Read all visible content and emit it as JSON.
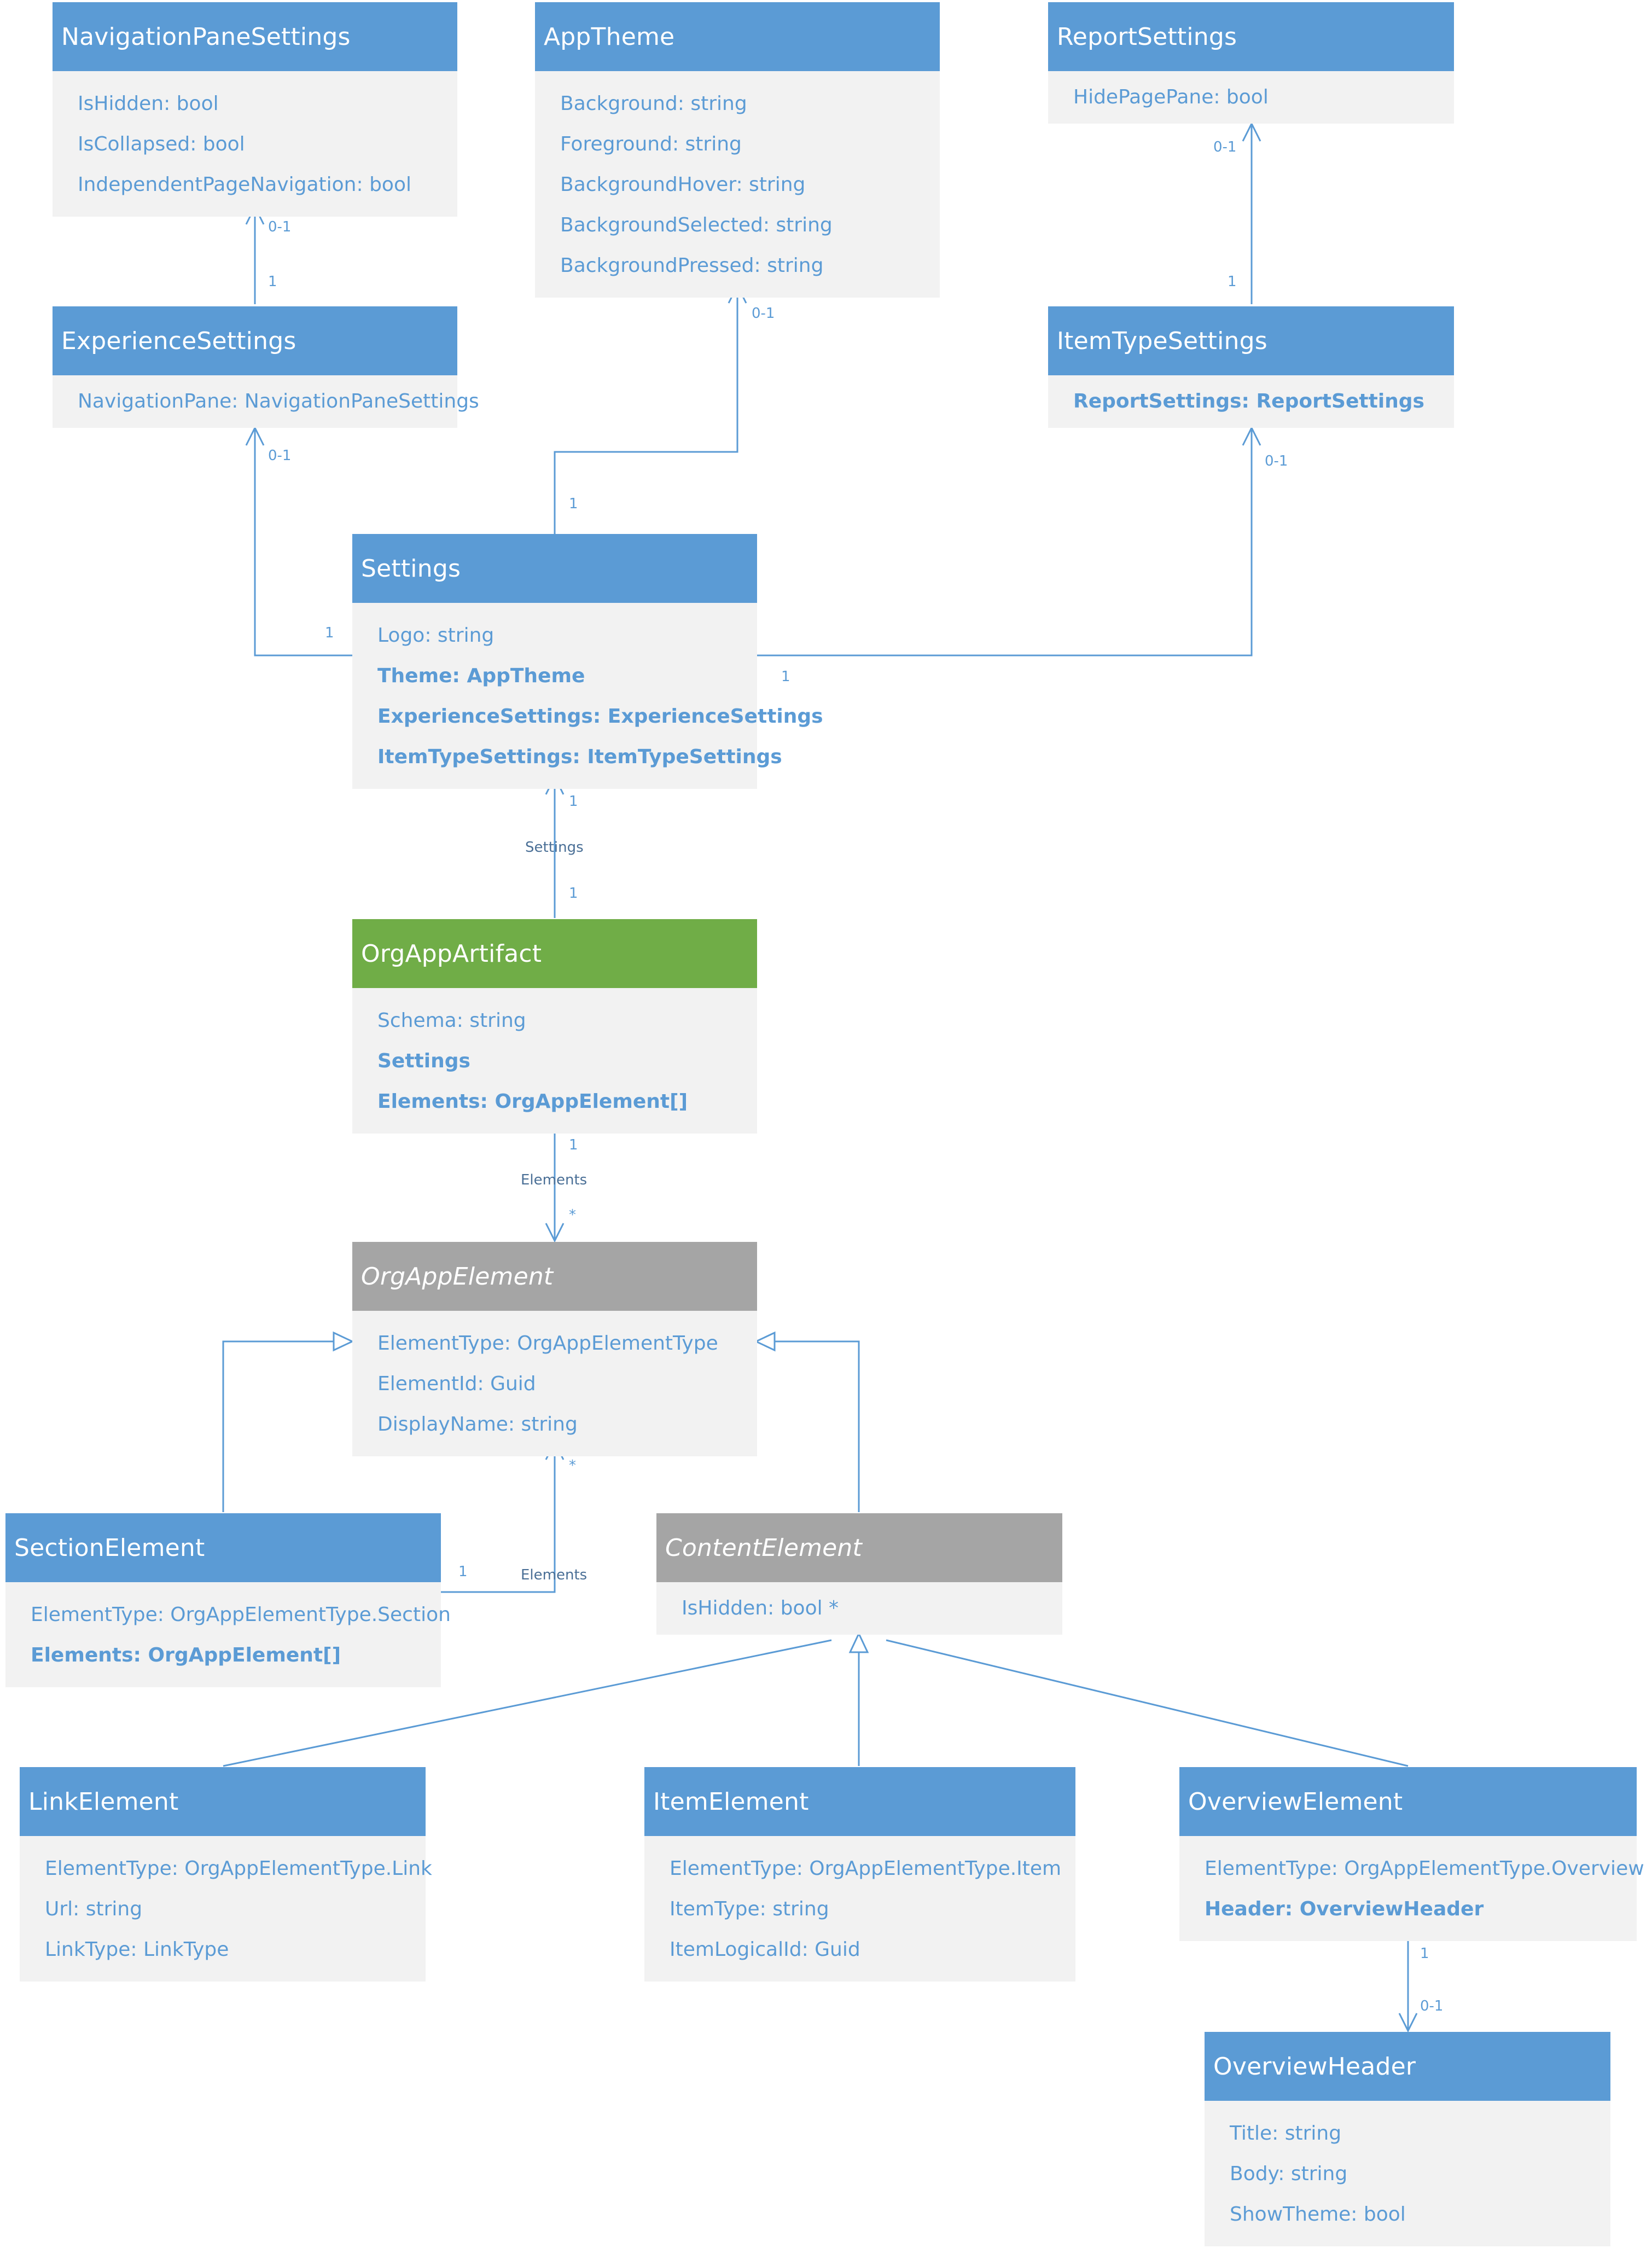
{
  "classes": {
    "navigation_pane_settings": {
      "name": "NavigationPaneSettings",
      "attributes": [
        {
          "text": "IsHidden: bool"
        },
        {
          "text": "IsCollapsed: bool"
        },
        {
          "text": "IndependentPageNavigation: bool"
        }
      ]
    },
    "app_theme": {
      "name": "AppTheme",
      "attributes": [
        {
          "text": "Background: string"
        },
        {
          "text": "Foreground: string"
        },
        {
          "text": "BackgroundHover: string"
        },
        {
          "text": "BackgroundSelected: string"
        },
        {
          "text": "BackgroundPressed: string"
        }
      ]
    },
    "report_settings": {
      "name": "ReportSettings",
      "attributes": [
        {
          "text": "HidePagePane: bool"
        }
      ]
    },
    "experience_settings": {
      "name": "ExperienceSettings",
      "attributes": [
        {
          "text": "NavigationPane: NavigationPaneSettings"
        }
      ]
    },
    "item_type_settings": {
      "name": "ItemTypeSettings",
      "attributes": [
        {
          "text": "ReportSettings: ReportSettings"
        }
      ]
    },
    "settings": {
      "name": "Settings",
      "attributes": [
        {
          "text": "Logo: string"
        },
        {
          "text": "Theme: AppTheme"
        },
        {
          "text": "ExperienceSettings: ExperienceSettings"
        },
        {
          "text": "ItemTypeSettings: ItemTypeSettings"
        }
      ]
    },
    "org_app_artifact": {
      "name": "OrgAppArtifact",
      "attributes": [
        {
          "text": "Schema: string"
        },
        {
          "text": "Settings"
        },
        {
          "text": "Elements: OrgAppElement[]"
        }
      ]
    },
    "org_app_element": {
      "name": "OrgAppElement",
      "attributes": [
        {
          "text": "ElementType: OrgAppElementType"
        },
        {
          "text": "ElementId: Guid"
        },
        {
          "text": "DisplayName: string"
        }
      ]
    },
    "section_element": {
      "name": "SectionElement",
      "attributes": [
        {
          "text": "ElementType: OrgAppElementType.Section"
        },
        {
          "text": "Elements: OrgAppElement[]"
        }
      ]
    },
    "content_element": {
      "name": "ContentElement",
      "attributes": [
        {
          "text": "IsHidden: bool *"
        }
      ]
    },
    "link_element": {
      "name": "LinkElement",
      "attributes": [
        {
          "text": "ElementType: OrgAppElementType.Link"
        },
        {
          "text": "Url: string"
        },
        {
          "text": "LinkType: LinkType"
        }
      ]
    },
    "item_element": {
      "name": "ItemElement",
      "attributes": [
        {
          "text": "ElementType: OrgAppElementType.Item"
        },
        {
          "text": "ItemType: string"
        },
        {
          "text": "ItemLogicalId: Guid"
        }
      ]
    },
    "overview_element": {
      "name": "OverviewElement",
      "attributes": [
        {
          "text": "ElementType: OrgAppElementType.Overview"
        },
        {
          "text": "Header: OverviewHeader"
        }
      ]
    },
    "overview_header": {
      "name": "OverviewHeader",
      "attributes": [
        {
          "text": "Title: string"
        },
        {
          "text": "Body: string"
        },
        {
          "text": "ShowTheme: bool"
        }
      ]
    }
  },
  "edge_labels": {
    "exp_nav_target": "0-1",
    "exp_nav_source": "1",
    "settings_theme_target": "0-1",
    "settings_theme_source": "1",
    "item_report_target": "0-1",
    "item_report_source": "1",
    "settings_exp_target": "0-1",
    "settings_exp_source": "1",
    "settings_item_target": "0-1",
    "settings_item_source": "1",
    "artifact_settings_target": "1",
    "artifact_settings_name": "Settings",
    "artifact_settings_source": "1",
    "artifact_elements_source": "1",
    "artifact_elements_name": "Elements",
    "artifact_elements_target": "*",
    "section_elements_source": "1",
    "section_elements_name": "Elements",
    "section_elements_target": "*",
    "overview_header_source": "1",
    "overview_header_target": "0-1"
  },
  "colors": {
    "class_header": "#5b9bd5",
    "root_header": "#70ad47",
    "abstract_header": "#a5a5a5",
    "body": "#f2f2f2",
    "text": "#5b9bd5",
    "line": "#5b9bd5"
  }
}
